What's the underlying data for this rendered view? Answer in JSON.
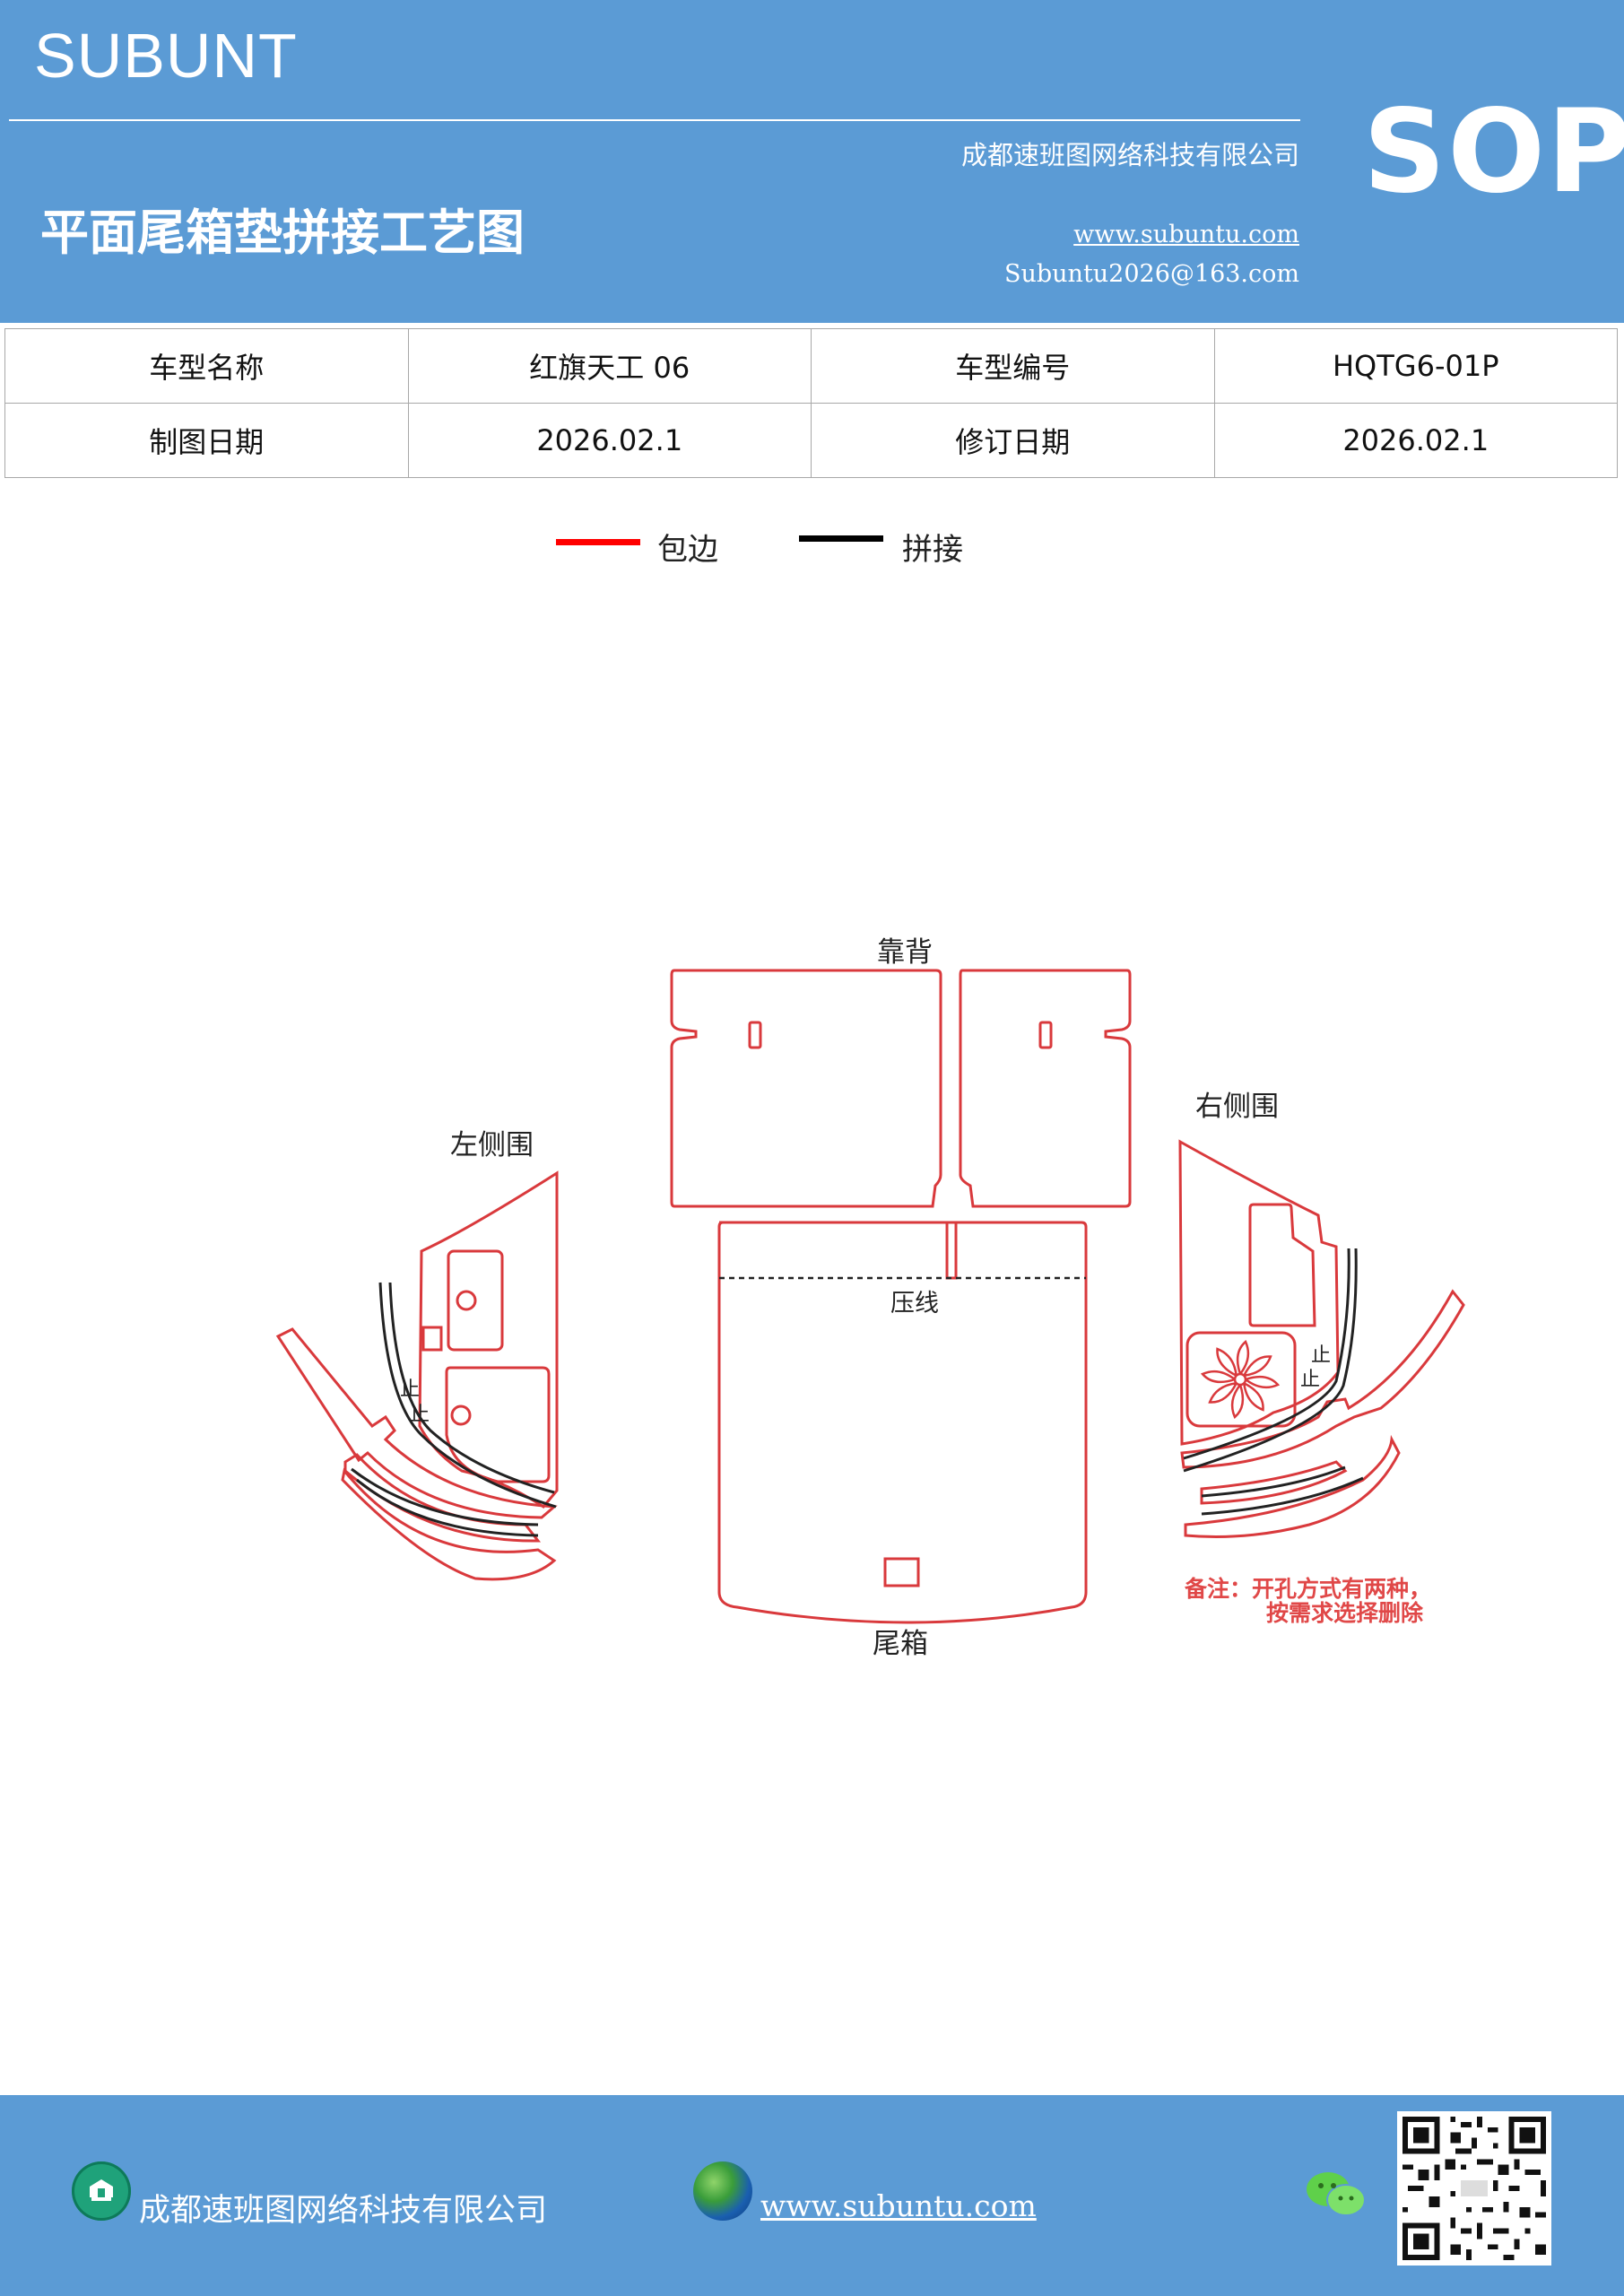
{
  "header": {
    "brand": "SUBUNT",
    "company": "成都速班图网络科技有限公司",
    "title": "平面尾箱垫拼接工艺图",
    "website": "www.subuntu.com",
    "email": "Subuntu2026@163.com",
    "badge": "SOP"
  },
  "info": {
    "model_name_label": "车型名称",
    "model_name_value": "红旗天工 06",
    "model_code_label": "车型编号",
    "model_code_value": "HQTG6-01P",
    "draw_date_label": "制图日期",
    "draw_date_value": "2026.02.1",
    "revise_date_label": "修订日期",
    "revise_date_value": "2026.02.1"
  },
  "legend": {
    "edge_label": "包边",
    "edge_color": "#ff0000",
    "splice_label": "拼接",
    "splice_color": "#000000"
  },
  "diagram": {
    "backrest_label": "靠背",
    "left_side_label": "左侧围",
    "right_side_label": "右侧围",
    "crease_label": "压线",
    "trunk_label": "尾箱",
    "stop_label": "止",
    "note_line1": "备注：开孔方式有两种，",
    "note_line2": "按需求选择删除",
    "outline_color": "#d9393c",
    "note_color": "#e04848"
  },
  "footer": {
    "company": "成都速班图网络科技有限公司",
    "website": "www.subuntu.com",
    "icons": [
      "building-icon",
      "globe-icon",
      "wechat-icon",
      "qr-code"
    ]
  }
}
